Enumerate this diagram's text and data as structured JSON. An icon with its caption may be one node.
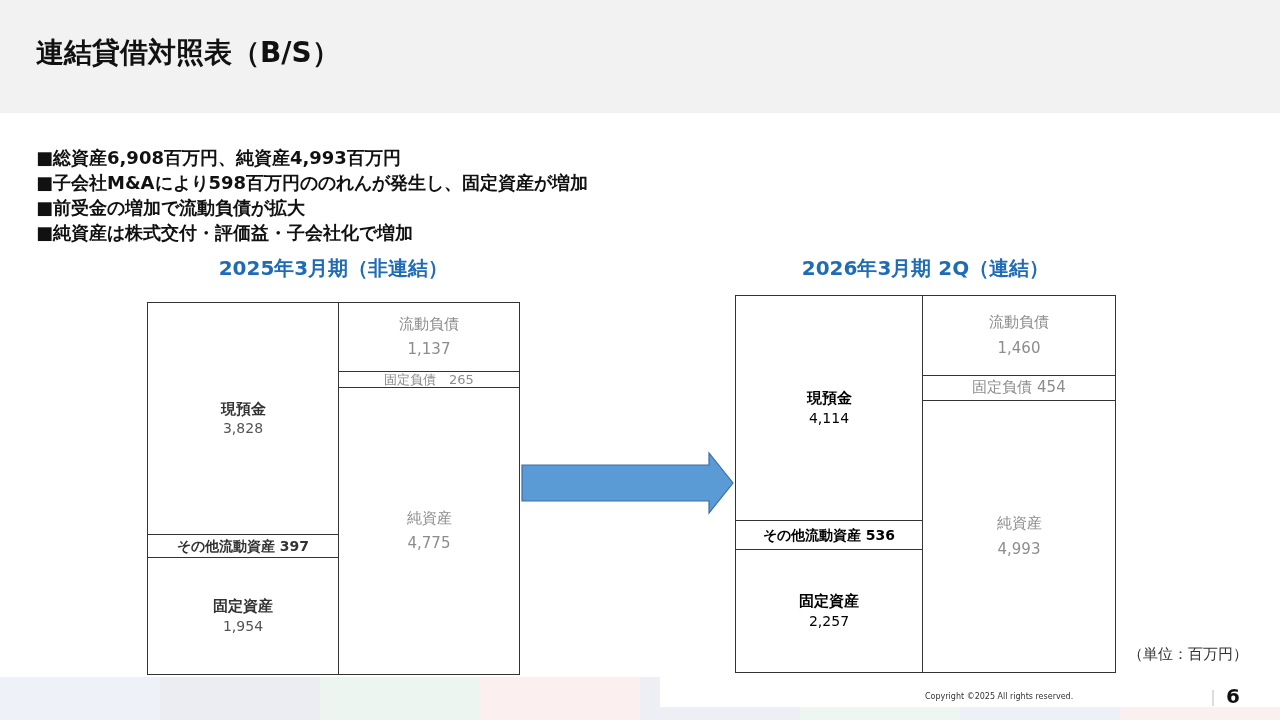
{
  "diagram": {
    "title": "連結貸借対照表（B/S）",
    "nodes": [
      {
        "text": [
          "2025年3月期（非連結）"
        ]
      },
      {
        "text": [
          "現預金",
          "3,828"
        ],
        "in": 0
      },
      {
        "text": [
          "その他流動資産 397"
        ],
        "in": 0
      },
      {
        "text": [
          "固定資産",
          "1,954"
        ],
        "in": 0
      },
      {
        "text": [
          "流動負債",
          "1,137"
        ],
        "in": 0
      },
      {
        "text": [
          "固定負債　265"
        ],
        "in": 0
      },
      {
        "text": [
          "純資産",
          "4,775"
        ],
        "in": 0
      },
      {
        "text": [
          "2026年3月期 2Q（連結）"
        ]
      },
      {
        "text": [
          "現預金",
          "4,114"
        ],
        "in": 7
      },
      {
        "text": [
          "その他流動資産 536"
        ],
        "in": 7
      },
      {
        "text": [
          "固定資産",
          "2,257"
        ],
        "in": 7
      },
      {
        "text": [
          "流動負債",
          "1,460"
        ],
        "in": 7
      },
      {
        "text": [
          "固定負債 454"
        ],
        "in": 7
      },
      {
        "text": [
          "純資産",
          "4,993"
        ],
        "in": 7
      }
    ],
    "edges": [
      {
        "from": 0,
        "to": 7,
        "arrow": "to",
        "style": "thick",
        "color": "#5b9bd5"
      }
    ],
    "labels": [
      "■総資産6,908百万円、純資産4,993百万円",
      "■子会社M&Aにより598百万円ののれんが発生し、固定資産が増加",
      "■前受金の増加で流動負債が拡大",
      "■純資産は株式交付・評価益・子会社化で増加",
      "（単位：百万円）",
      "Copyright ©2025 All rights reserved.",
      "6"
    ]
  }
}
